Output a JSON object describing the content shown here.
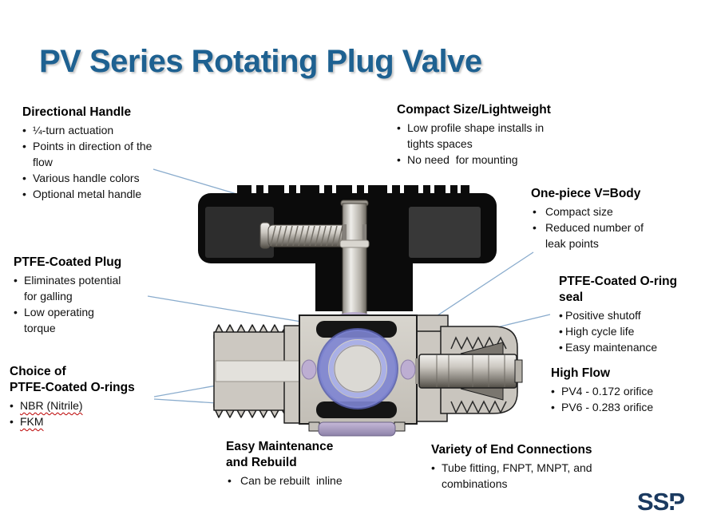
{
  "title": "PV Series Rotating Plug Valve",
  "ui": {
    "bullet": "•"
  },
  "colors": {
    "title_blue": "#1e6191",
    "leader_line": "#8aaccd",
    "logo_navy": "#1b3a60",
    "oring_blue": "#7d84d2",
    "spellcheck_red": "#bb0000"
  },
  "callouts": {
    "directional_handle": {
      "heading": "Directional Handle",
      "bullets": [
        "¼-turn actuation",
        "Points in direction of the\nflow",
        "Various handle colors",
        "Optional metal handle"
      ]
    },
    "compact_size": {
      "heading": "Compact Size/Lightweight",
      "bullets": [
        "Low profile shape installs in\ntights spaces",
        "No need  for mounting"
      ]
    },
    "one_piece_body": {
      "heading": "One-piece V=Body",
      "bullets": [
        "Compact size",
        "Reduced number of\nleak points"
      ]
    },
    "ptfe_plug": {
      "heading": "PTFE-Coated Plug",
      "bullets": [
        "Eliminates potential\nfor galling",
        "Low operating\ntorque"
      ]
    },
    "oring_seal": {
      "heading": "PTFE-Coated O-ring\nseal",
      "bullets": [
        "Positive shutoff",
        "High cycle life",
        "Easy maintenance"
      ]
    },
    "high_flow": {
      "heading": "High Flow",
      "bullets": [
        "PV4 - 0.172 orifice",
        "PV6 - 0.283 orifice"
      ]
    },
    "choice_orings": {
      "heading": "Choice of\nPTFE-Coated O-rings",
      "bullets": [
        "NBR (Nitrile)",
        "FKM"
      ]
    },
    "easy_maintenance": {
      "heading": "Easy Maintenance\nand Rebuild",
      "bullets": [
        "Can be rebuilt  inline"
      ]
    },
    "end_connections": {
      "heading": "Variety of End Connections",
      "bullets": [
        "Tube fitting, FNPT, MNPT, and\ncombinations"
      ]
    }
  },
  "logo": {
    "text": "SSP"
  }
}
